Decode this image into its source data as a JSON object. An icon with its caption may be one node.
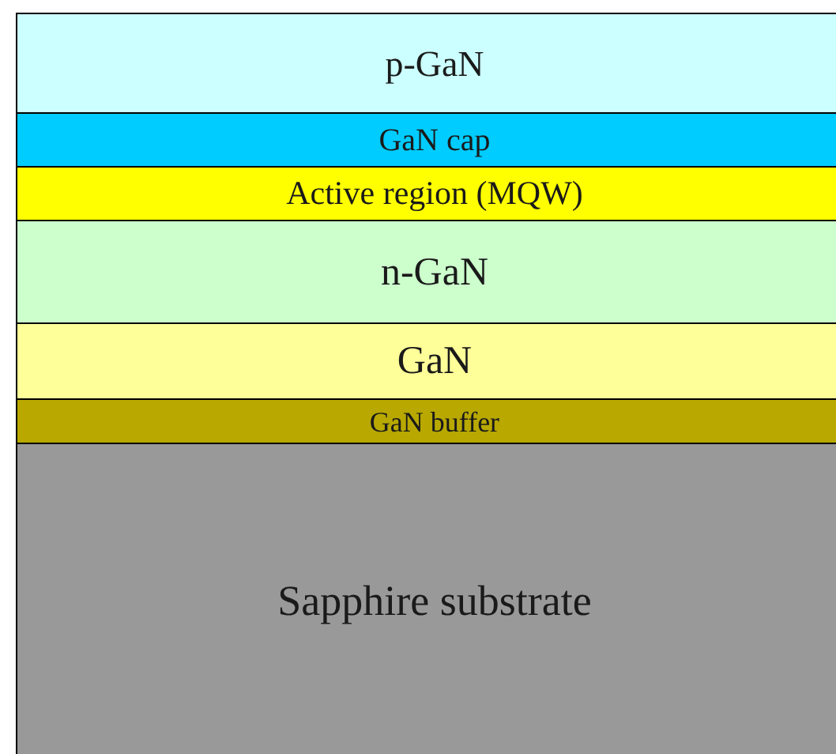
{
  "diagram": {
    "nodes": [
      {
        "text": [
          "p-GaN"
        ]
      },
      {
        "text": [
          "GaN cap"
        ]
      },
      {
        "text": [
          "Active region (MQW)"
        ]
      },
      {
        "text": [
          "n-GaN"
        ]
      },
      {
        "text": [
          "GaN"
        ]
      },
      {
        "text": [
          "GaN buffer"
        ]
      },
      {
        "text": [
          "Sapphire substrate"
        ]
      }
    ]
  }
}
